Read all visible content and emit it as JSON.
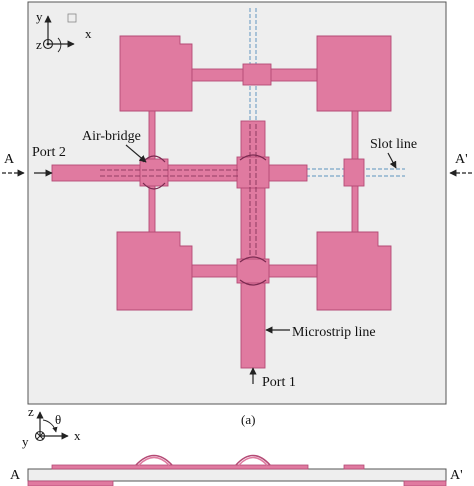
{
  "colors": {
    "metal": "#e07aa0",
    "metal_edge": "#b44a75",
    "slot": "#7aa6c8",
    "substrate": "#eeeeee",
    "outline": "#555555",
    "arrow": "#222222"
  },
  "top_view": {
    "axes": {
      "y": "y",
      "z": "z",
      "x": "x"
    },
    "labels": {
      "port2": "Port 2",
      "port1": "Port 1",
      "air_bridge": "Air-bridge",
      "slot_line": "Slot line",
      "microstrip": "Microstrip line",
      "a_left": "A",
      "a_right": "A'"
    },
    "caption": "(a)"
  },
  "side_view": {
    "axes": {
      "z": "z",
      "theta": "θ",
      "y": "y",
      "x": "x"
    },
    "labels": {
      "a_left": "A",
      "a_right": "A'"
    }
  }
}
